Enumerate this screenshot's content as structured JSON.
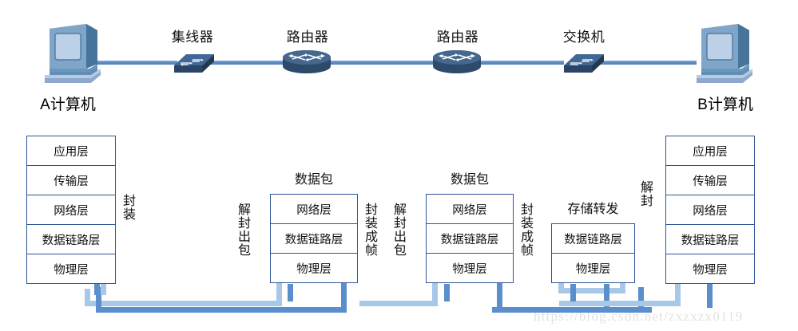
{
  "topology": {
    "nodes": [
      {
        "id": "host-a",
        "type": "computer",
        "label": "A计算机"
      },
      {
        "id": "hub",
        "type": "hub",
        "label": "集线器"
      },
      {
        "id": "router-1",
        "type": "router",
        "label": "路由器"
      },
      {
        "id": "router-2",
        "type": "router",
        "label": "路由器"
      },
      {
        "id": "switch",
        "type": "switch",
        "label": "交换机"
      },
      {
        "id": "host-b",
        "type": "computer",
        "label": "B计算机"
      }
    ]
  },
  "stacks": {
    "host_a": {
      "title": "",
      "layers": [
        "应用层",
        "传输层",
        "网络层",
        "数据链路层",
        "物理层"
      ],
      "side_label_right": "封装"
    },
    "router_1": {
      "title": "数据包",
      "layers": [
        "网络层",
        "数据链路层",
        "物理层"
      ],
      "side_label_left": "解封出包",
      "side_label_right": "封装成帧"
    },
    "router_2": {
      "title": "数据包",
      "layers": [
        "网络层",
        "数据链路层",
        "物理层"
      ],
      "side_label_left": "解封出包",
      "side_label_right": "封装成帧"
    },
    "switch": {
      "title": "存储转发",
      "layers": [
        "数据链路层",
        "物理层"
      ]
    },
    "host_b": {
      "title": "",
      "layers": [
        "应用层",
        "传输层",
        "网络层",
        "数据链路层",
        "物理层"
      ],
      "side_label_left": "解封"
    }
  },
  "colors": {
    "stack_border": "#2f5496",
    "link_line": "#5b8cc4",
    "arrow_light": "#a8c8e8",
    "arrow_dark": "#5b8fcc",
    "device_dark": "#2e4a6b",
    "device_mid": "#3f6897",
    "computer_blue": "#7fa6c9"
  },
  "watermark": {
    "text": "https://blog.csdn.net/zxzxzx0119"
  }
}
